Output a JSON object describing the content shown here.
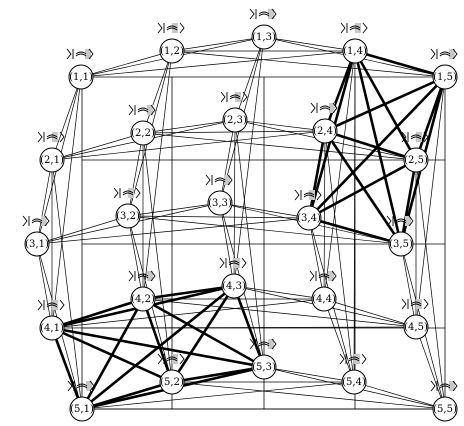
{
  "diagram": {
    "nodes": [
      {
        "id": "1-1",
        "label": "(1,1)"
      },
      {
        "id": "1-2",
        "label": "(1,2)"
      },
      {
        "id": "1-3",
        "label": "(1,3)"
      },
      {
        "id": "1-4",
        "label": "(1,4)"
      },
      {
        "id": "1-5",
        "label": "(1,5)"
      },
      {
        "id": "2-1",
        "label": "(2,1)"
      },
      {
        "id": "2-2",
        "label": "(2,2)"
      },
      {
        "id": "2-3",
        "label": "(2,3)"
      },
      {
        "id": "2-4",
        "label": "(2,4)"
      },
      {
        "id": "2-5",
        "label": "(2,5)"
      },
      {
        "id": "3-1",
        "label": "(3,1)"
      },
      {
        "id": "3-2",
        "label": "(3,2)"
      },
      {
        "id": "3-3",
        "label": "(3,3)"
      },
      {
        "id": "3-4",
        "label": "(3,4)"
      },
      {
        "id": "3-5",
        "label": "(3,5)"
      },
      {
        "id": "4-1",
        "label": "(4,1)"
      },
      {
        "id": "4-2",
        "label": "(4,2)"
      },
      {
        "id": "4-3",
        "label": "(4,3)"
      },
      {
        "id": "4-4",
        "label": "(4,4)"
      },
      {
        "id": "4-5",
        "label": "(4,5)"
      },
      {
        "id": "5-1",
        "label": "(5,1)"
      },
      {
        "id": "5-2",
        "label": "(5,2)"
      },
      {
        "id": "5-3",
        "label": "(5,3)"
      },
      {
        "id": "5-4",
        "label": "(5,4)"
      },
      {
        "id": "5-5",
        "label": "(5,5)"
      }
    ],
    "edges": [
      [
        "1-1",
        "1-2"
      ],
      [
        "1-2",
        "1-3"
      ],
      [
        "1-3",
        "1-4"
      ],
      [
        "1-4",
        "1-5"
      ],
      [
        "1-1",
        "1-3"
      ],
      [
        "1-2",
        "1-4"
      ],
      [
        "1-3",
        "1-5"
      ],
      [
        "1-1",
        "1-4"
      ],
      [
        "1-2",
        "1-5"
      ],
      [
        "2-1",
        "2-2"
      ],
      [
        "2-2",
        "2-3"
      ],
      [
        "2-3",
        "2-4"
      ],
      [
        "2-4",
        "2-5"
      ],
      [
        "2-1",
        "2-3"
      ],
      [
        "2-2",
        "2-4"
      ],
      [
        "2-3",
        "2-5"
      ],
      [
        "2-1",
        "2-4"
      ],
      [
        "2-2",
        "2-5"
      ],
      [
        "3-1",
        "3-2"
      ],
      [
        "3-2",
        "3-3"
      ],
      [
        "3-3",
        "3-4"
      ],
      [
        "3-4",
        "3-5"
      ],
      [
        "3-1",
        "3-3"
      ],
      [
        "3-2",
        "3-4"
      ],
      [
        "3-3",
        "3-5"
      ],
      [
        "3-1",
        "3-4"
      ],
      [
        "3-2",
        "3-5"
      ],
      [
        "4-1",
        "4-2"
      ],
      [
        "4-2",
        "4-3"
      ],
      [
        "4-3",
        "4-4"
      ],
      [
        "4-4",
        "4-5"
      ],
      [
        "4-2",
        "4-4"
      ],
      [
        "4-3",
        "4-5"
      ],
      [
        "4-1",
        "4-4"
      ],
      [
        "4-2",
        "4-5"
      ],
      [
        "4-1",
        "4-5"
      ],
      [
        "5-1",
        "5-2"
      ],
      [
        "5-2",
        "5-3"
      ],
      [
        "5-3",
        "5-4"
      ],
      [
        "5-4",
        "5-5"
      ],
      [
        "5-2",
        "5-4"
      ],
      [
        "5-3",
        "5-5"
      ],
      [
        "5-1",
        "5-4"
      ],
      [
        "5-2",
        "5-5"
      ],
      [
        "5-1",
        "5-5"
      ],
      [
        "1-1",
        "2-1"
      ],
      [
        "2-1",
        "3-1"
      ],
      [
        "3-1",
        "4-1"
      ],
      [
        "4-1",
        "5-1"
      ],
      [
        "1-1",
        "3-1"
      ],
      [
        "2-1",
        "4-1"
      ],
      [
        "3-1",
        "5-1"
      ],
      [
        "1-1",
        "4-1"
      ],
      [
        "2-1",
        "5-1"
      ],
      [
        "1-2",
        "2-2"
      ],
      [
        "2-2",
        "3-2"
      ],
      [
        "3-2",
        "4-2"
      ],
      [
        "4-2",
        "5-2"
      ],
      [
        "1-2",
        "3-2"
      ],
      [
        "2-2",
        "4-2"
      ],
      [
        "3-2",
        "5-2"
      ],
      [
        "1-2",
        "4-2"
      ],
      [
        "2-2",
        "5-2"
      ],
      [
        "1-3",
        "2-3"
      ],
      [
        "2-3",
        "3-3"
      ],
      [
        "3-3",
        "4-3"
      ],
      [
        "4-3",
        "5-3"
      ],
      [
        "1-3",
        "3-3"
      ],
      [
        "2-3",
        "4-3"
      ],
      [
        "3-3",
        "5-3"
      ],
      [
        "1-3",
        "4-3"
      ],
      [
        "2-3",
        "5-3"
      ],
      [
        "2-4",
        "3-4"
      ],
      [
        "3-4",
        "4-4"
      ],
      [
        "4-4",
        "5-4"
      ],
      [
        "2-4",
        "4-4"
      ],
      [
        "3-4",
        "5-4"
      ],
      [
        "1-4",
        "4-4"
      ],
      [
        "2-4",
        "5-4"
      ],
      [
        "1-4",
        "5-4"
      ],
      [
        "1-5",
        "2-5"
      ],
      [
        "2-5",
        "3-5"
      ],
      [
        "3-5",
        "4-5"
      ],
      [
        "4-5",
        "5-5"
      ],
      [
        "1-5",
        "3-5"
      ],
      [
        "2-5",
        "4-5"
      ],
      [
        "3-5",
        "5-5"
      ],
      [
        "1-5",
        "4-5"
      ],
      [
        "2-5",
        "5-5"
      ]
    ],
    "thick_edges": [
      [
        "1-4",
        "1-5"
      ],
      [
        "1-4",
        "2-4"
      ],
      [
        "1-4",
        "3-4"
      ],
      [
        "1-4",
        "2-5"
      ],
      [
        "1-4",
        "3-5"
      ],
      [
        "1-5",
        "2-4"
      ],
      [
        "1-5",
        "3-4"
      ],
      [
        "1-5",
        "2-5"
      ],
      [
        "1-5",
        "3-5"
      ],
      [
        "2-4",
        "2-5"
      ],
      [
        "2-4",
        "3-4"
      ],
      [
        "2-4",
        "3-5"
      ],
      [
        "2-5",
        "3-4"
      ],
      [
        "2-5",
        "3-5"
      ],
      [
        "3-4",
        "3-5"
      ],
      [
        "4-1",
        "4-2"
      ],
      [
        "4-1",
        "4-3"
      ],
      [
        "4-1",
        "5-1"
      ],
      [
        "4-1",
        "5-2"
      ],
      [
        "4-1",
        "5-3"
      ],
      [
        "4-2",
        "4-3"
      ],
      [
        "4-2",
        "5-1"
      ],
      [
        "4-2",
        "5-2"
      ],
      [
        "4-2",
        "5-3"
      ],
      [
        "4-3",
        "5-1"
      ],
      [
        "4-3",
        "5-2"
      ],
      [
        "4-3",
        "5-3"
      ],
      [
        "5-1",
        "5-2"
      ],
      [
        "5-1",
        "5-3"
      ],
      [
        "5-2",
        "5-3"
      ]
    ]
  }
}
